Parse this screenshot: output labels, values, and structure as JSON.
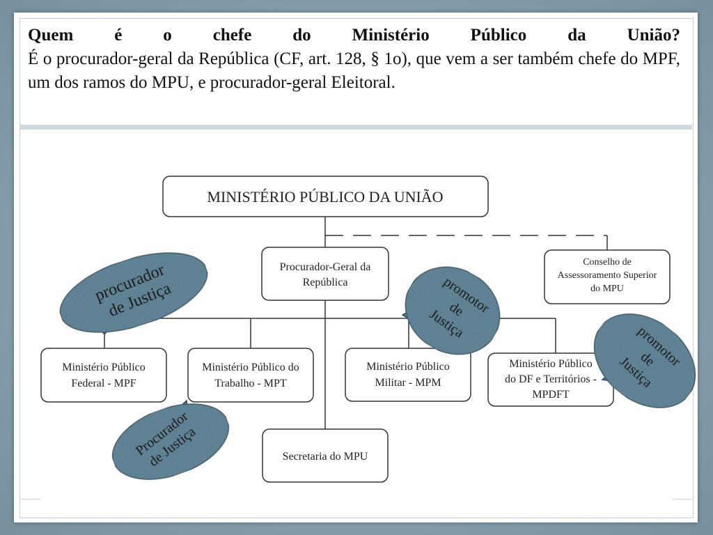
{
  "header": {
    "question": "Quem é o chefe do Ministério Público da União?",
    "answer": "É o procurador-geral da República (CF, art. 128, § 1o), que vem a ser também chefe do MPF, um dos ramos do MPU, e procurador-geral Eleitoral."
  },
  "org_chart": {
    "root": "MINISTÉRIO PÚBLICO DA UNIÃO",
    "pgr": [
      "Procurador-Geral da",
      "República"
    ],
    "conselho": [
      "Conselho de",
      "Assessoramento Superior",
      "do MPU"
    ],
    "mpf": [
      "Ministério Público",
      "Federal - MPF"
    ],
    "mpt": [
      "Ministério Público do",
      "Trabalho - MPT"
    ],
    "mpm": [
      "Ministério Público",
      "Militar - MPM"
    ],
    "mpdft": [
      "Ministério Público",
      "do DF e Territórios -",
      "MPDFT"
    ],
    "secretaria": "Secretaria do MPU"
  },
  "callouts": {
    "mpf_top": [
      "procurador",
      "de Justiça"
    ],
    "mpf_bottom": [
      "Procurador",
      "de Justiça"
    ],
    "mpm": [
      "promotor",
      "de",
      "Justiça"
    ],
    "mpdft": [
      "promotor",
      "de",
      "Justiça"
    ]
  },
  "colors": {
    "callout_fill": "#4f7a8f",
    "callout_stroke": "#2f4f5f",
    "line": "#333333",
    "box_stroke": "#333333"
  }
}
